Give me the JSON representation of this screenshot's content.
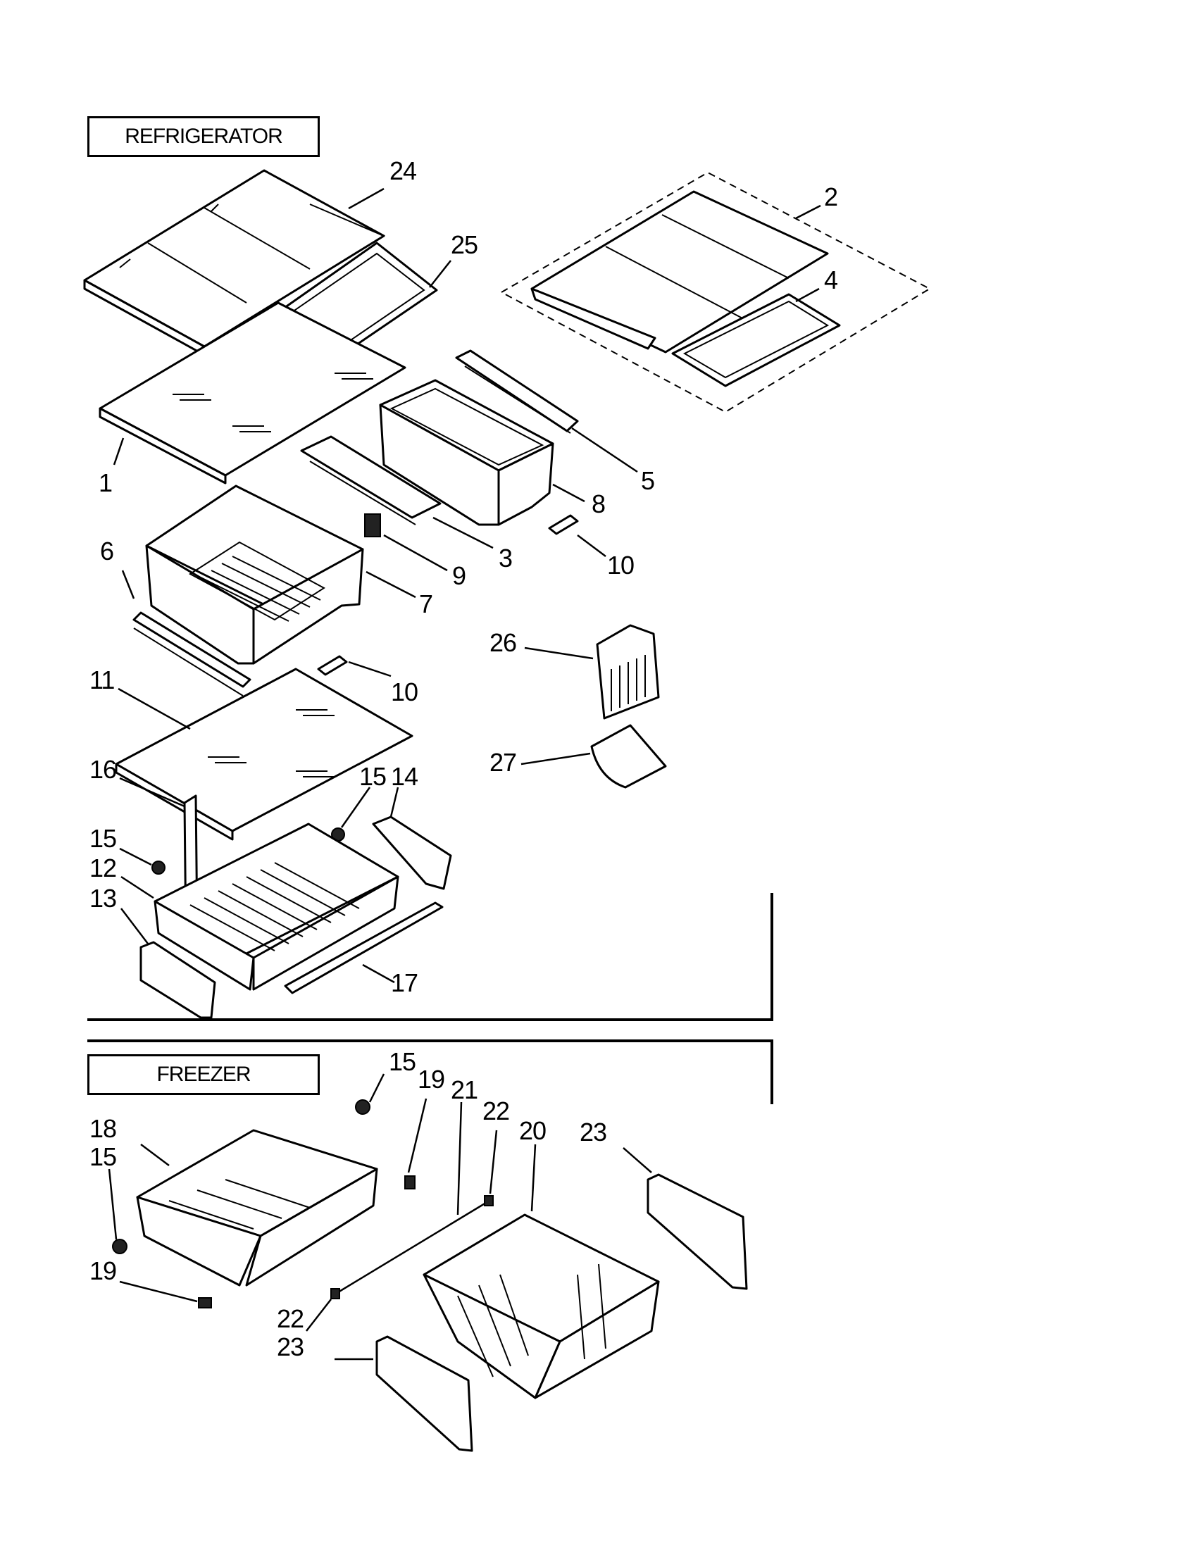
{
  "sections": {
    "refrigerator": "REFRIGERATOR",
    "freezer": "FREEZER"
  },
  "callouts": {
    "c24": "24",
    "c25": "25",
    "c2": "2",
    "c4": "4",
    "c1": "1",
    "c5": "5",
    "c8": "8",
    "c3": "3",
    "c10a": "10",
    "c9": "9",
    "c6": "6",
    "c7": "7",
    "c10b": "10",
    "c26": "26",
    "c11": "11",
    "c27": "27",
    "c16": "16",
    "c15a": "15",
    "c14": "14",
    "c15b": "15",
    "c12": "12",
    "c13": "13",
    "c17": "17",
    "c15c": "15",
    "c19a": "19",
    "c21": "21",
    "c22a": "22",
    "c20": "20",
    "c18": "18",
    "c15d": "15",
    "c23a": "23",
    "c19b": "19",
    "c22b": "22",
    "c23b": "23"
  }
}
